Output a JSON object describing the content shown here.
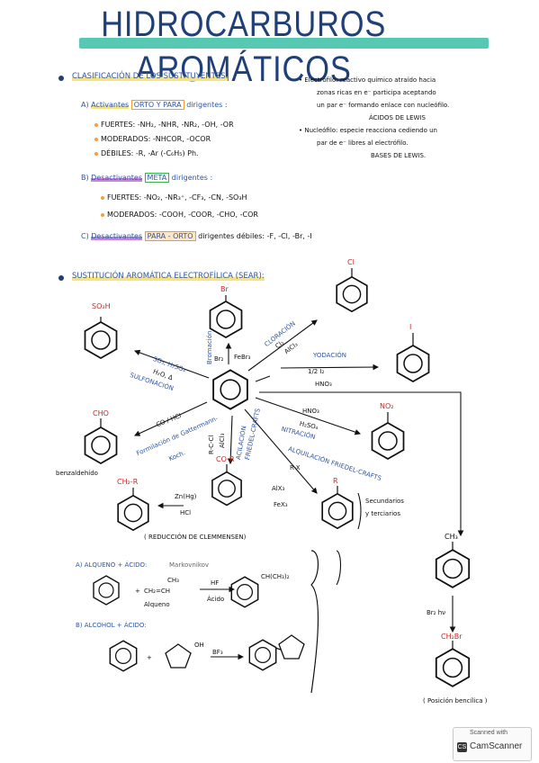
{
  "title": "HIDROCARBUROS AROMÁTICOS",
  "clasificacion": {
    "heading": "CLASIFICACIÓN DE LOS SUSTITUYENTES.",
    "a_prefix": "A)",
    "a_label": "Activantes",
    "a_box": "ORTO Y PARA",
    "a_suffix": "dirigentes :",
    "a_fuertes": "FUERTES: -NH₂, -NHR, -NR₂, -OH, -OR",
    "a_moderados": "MODERADOS: -NHCOR, -OCOR",
    "a_debiles": "DÉBILES: -R, -Ar (-C₆H₅) Ph.",
    "b_prefix": "B)",
    "b_label": "Desactivantes",
    "b_box": "META",
    "b_suffix": "dirigentes :",
    "b_fuertes": "FUERTES: -NO₂, -NR₃⁺, -CF₃, -CN, -SO₃H",
    "b_moderados": "MODERADOS: -COOH, -COOR, -CHO, -COR",
    "c_prefix": "C)",
    "c_label": "Desactivantes",
    "c_box": "PARA - ORTO",
    "c_suffix": "dirigentes débiles: -F, -Cl, -Br, -I"
  },
  "definiciones": {
    "electrofilo_1": "• Electrófilo: reactivo químico atraído hacia",
    "electrofilo_2": "zonas ricas en e⁻ participa aceptando",
    "electrofilo_3": "un par e⁻ formando enlace con nucleófilo.",
    "electrofilo_4": "ÁCIDOS DE LEWIS",
    "nucleofilo_1": "• Nucleófilo: especie reacciona cediendo un",
    "nucleofilo_2": "par de e⁻ libres al electrófilo.",
    "nucleofilo_3": "BASES DE LEWIS."
  },
  "sear": {
    "heading": "SUSTITUCIÓN AROMÁTICA ELECTROFÍLICA (SEAR):",
    "so3h": "SO₃H",
    "br": "Br",
    "cl": "Cl",
    "i": "I",
    "no2": "NO₂",
    "cho": "CHO",
    "chr": "CH₂-R",
    "cor": "CO-R",
    "r": "R",
    "ch3": "CH₃",
    "ch2br": "CH₂Br",
    "bromacion": "Bromación",
    "br2": "Br₂",
    "febr3": "FeBr₃",
    "cloracion": "CLORACIÓN",
    "cl2": "Cl₂",
    "alcl3": "AlCl₃",
    "yodacion": "YODACIÓN",
    "i2": "1/2 I₂",
    "hno3_i": "HNO₃",
    "so3": "SO₃, H₂SO₄",
    "h2o": "H₂O, Δ",
    "sulfonacion": "SULFONACIÓN",
    "co_hcl": "CO / HCl",
    "formilacion": "Formilación de Gattermann-",
    "koch": "Koch.",
    "benzaldehido": "benzaldehído",
    "rcocl": "R-C-Cl",
    "alcl3_b": "AlCl₃",
    "acilacion": "ACILACIÓN",
    "friedel": "FRIEDEL-CRAFTS",
    "hno3": "HNO₃",
    "h2so4": "H₂SO₄",
    "nitracion": "NITRACIÓN",
    "alquilacion": "ALQUILACIÓN FRIEDEL-CRAFTS",
    "rx": "R-X",
    "alx3": "AlX₃",
    "fex3": "FeX₃",
    "secundarios": "Secundarios",
    "terciarios": "y terciarios",
    "znhg": "Zn(Hg)",
    "hcl": "HCl",
    "clemmensen": "( REDUCCIÓN DE CLEMMENSEN)",
    "br2_hv": "Br₂  hν",
    "posicion": "( Posición bencílica )"
  },
  "alquenos": {
    "a_title": "A) ALQUENO + ÁCIDO:",
    "markovnikov": "Markovnikov",
    "plus": "+",
    "alqueno_formula": "CH₂=CH",
    "ch3": "CH₃",
    "alqueno": "Alqueno",
    "hf": "HF",
    "acido": "Ácido",
    "product": "CH(CH₃)₂",
    "b_title": "B) ALCOHOL + ÁCIDO:",
    "plus2": "+",
    "oh": "OH",
    "bf3": "BF₃"
  },
  "scanner": {
    "line1": "Scanned with",
    "line2": "CamScanner",
    "logo": "CS"
  },
  "colors": {
    "title": "#1f3f78",
    "highlight_teal": "#39c0a4",
    "blue_text": "#2e55a5",
    "red_text": "#c62828",
    "orange_box": "#f29a2e",
    "green_box": "#3bb34a"
  }
}
